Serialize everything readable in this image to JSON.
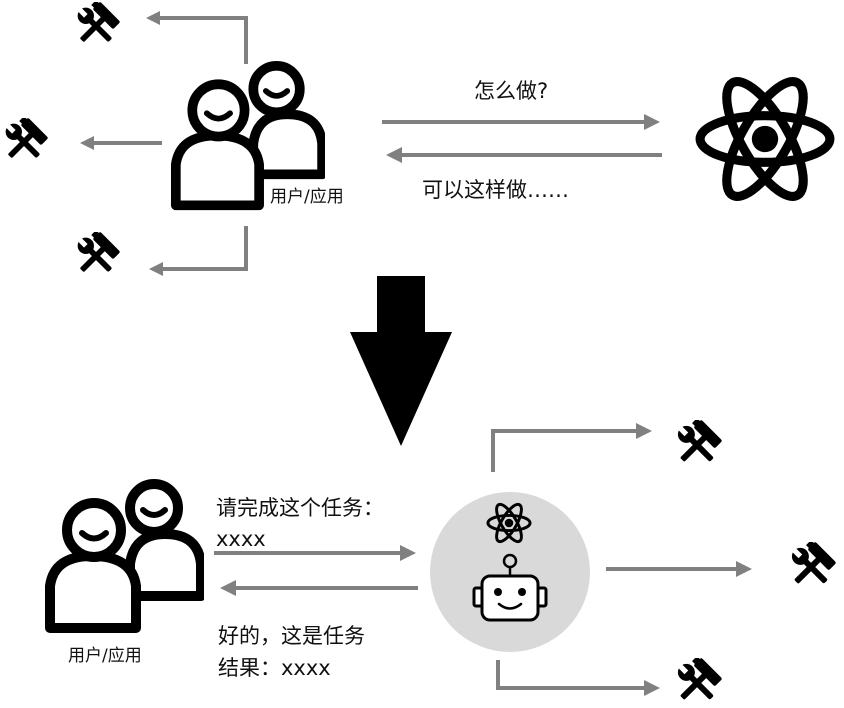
{
  "top": {
    "user_label": "用户/应用",
    "ask_label": "怎么做?",
    "answer_label": "可以这样做……"
  },
  "bottom": {
    "user_label": "用户/应用",
    "request_line1": "请完成这个任务：",
    "request_line2": "xxxx",
    "result_line1": "好的，这是任务",
    "result_line2": "结果：xxxx"
  },
  "colors": {
    "arrow": "#808080",
    "ink": "#000000",
    "agent_circle": "#d9d9d9"
  },
  "icons": {
    "tool": "hammer-wrench-icon",
    "user": "users-icon",
    "model": "atom-icon",
    "agent": "robot-icon"
  }
}
